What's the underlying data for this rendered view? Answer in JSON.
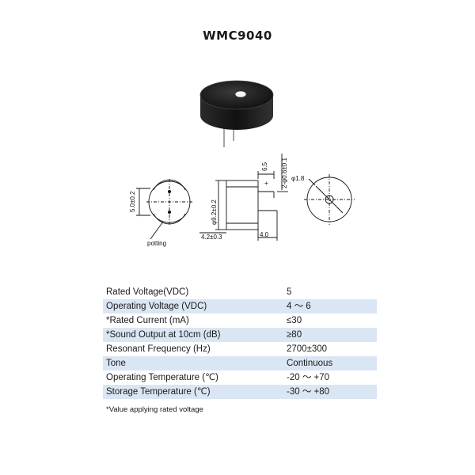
{
  "title": "WMC9040",
  "diagram": {
    "dim_pin_spacing": "5.0±0.2",
    "dim_diameter": "φ9.2±0.2",
    "dim_height": "4.2±0.3",
    "dim_pin_length": "4.0",
    "dim_lead_pitch": "6.5",
    "dim_lead_dia": "2-φ0.6±0.1",
    "dim_hole": "φ1.8",
    "plus_mark": "+",
    "potting_label": "potting"
  },
  "specs": [
    {
      "label": "Rated Voltage(VDC)",
      "value": "5"
    },
    {
      "label": "Operating Voltage (VDC)",
      "value": "4 ～ 6"
    },
    {
      "label": "*Rated Current (mA)",
      "value": "≤30"
    },
    {
      "label": "*Sound Output at 10cm (dB)",
      "value": "≥80"
    },
    {
      "label": "Resonant Frequency (Hz)",
      "value": "2700±300"
    },
    {
      "label": "Tone",
      "value": "Continuous"
    },
    {
      "label": "Operating Temperature (℃)",
      "value": "-20 ～ +70"
    },
    {
      "label": "Storage Temperature (℃)",
      "value": "-30 ～ +80"
    }
  ],
  "footnote": "*Value applying rated voltage"
}
